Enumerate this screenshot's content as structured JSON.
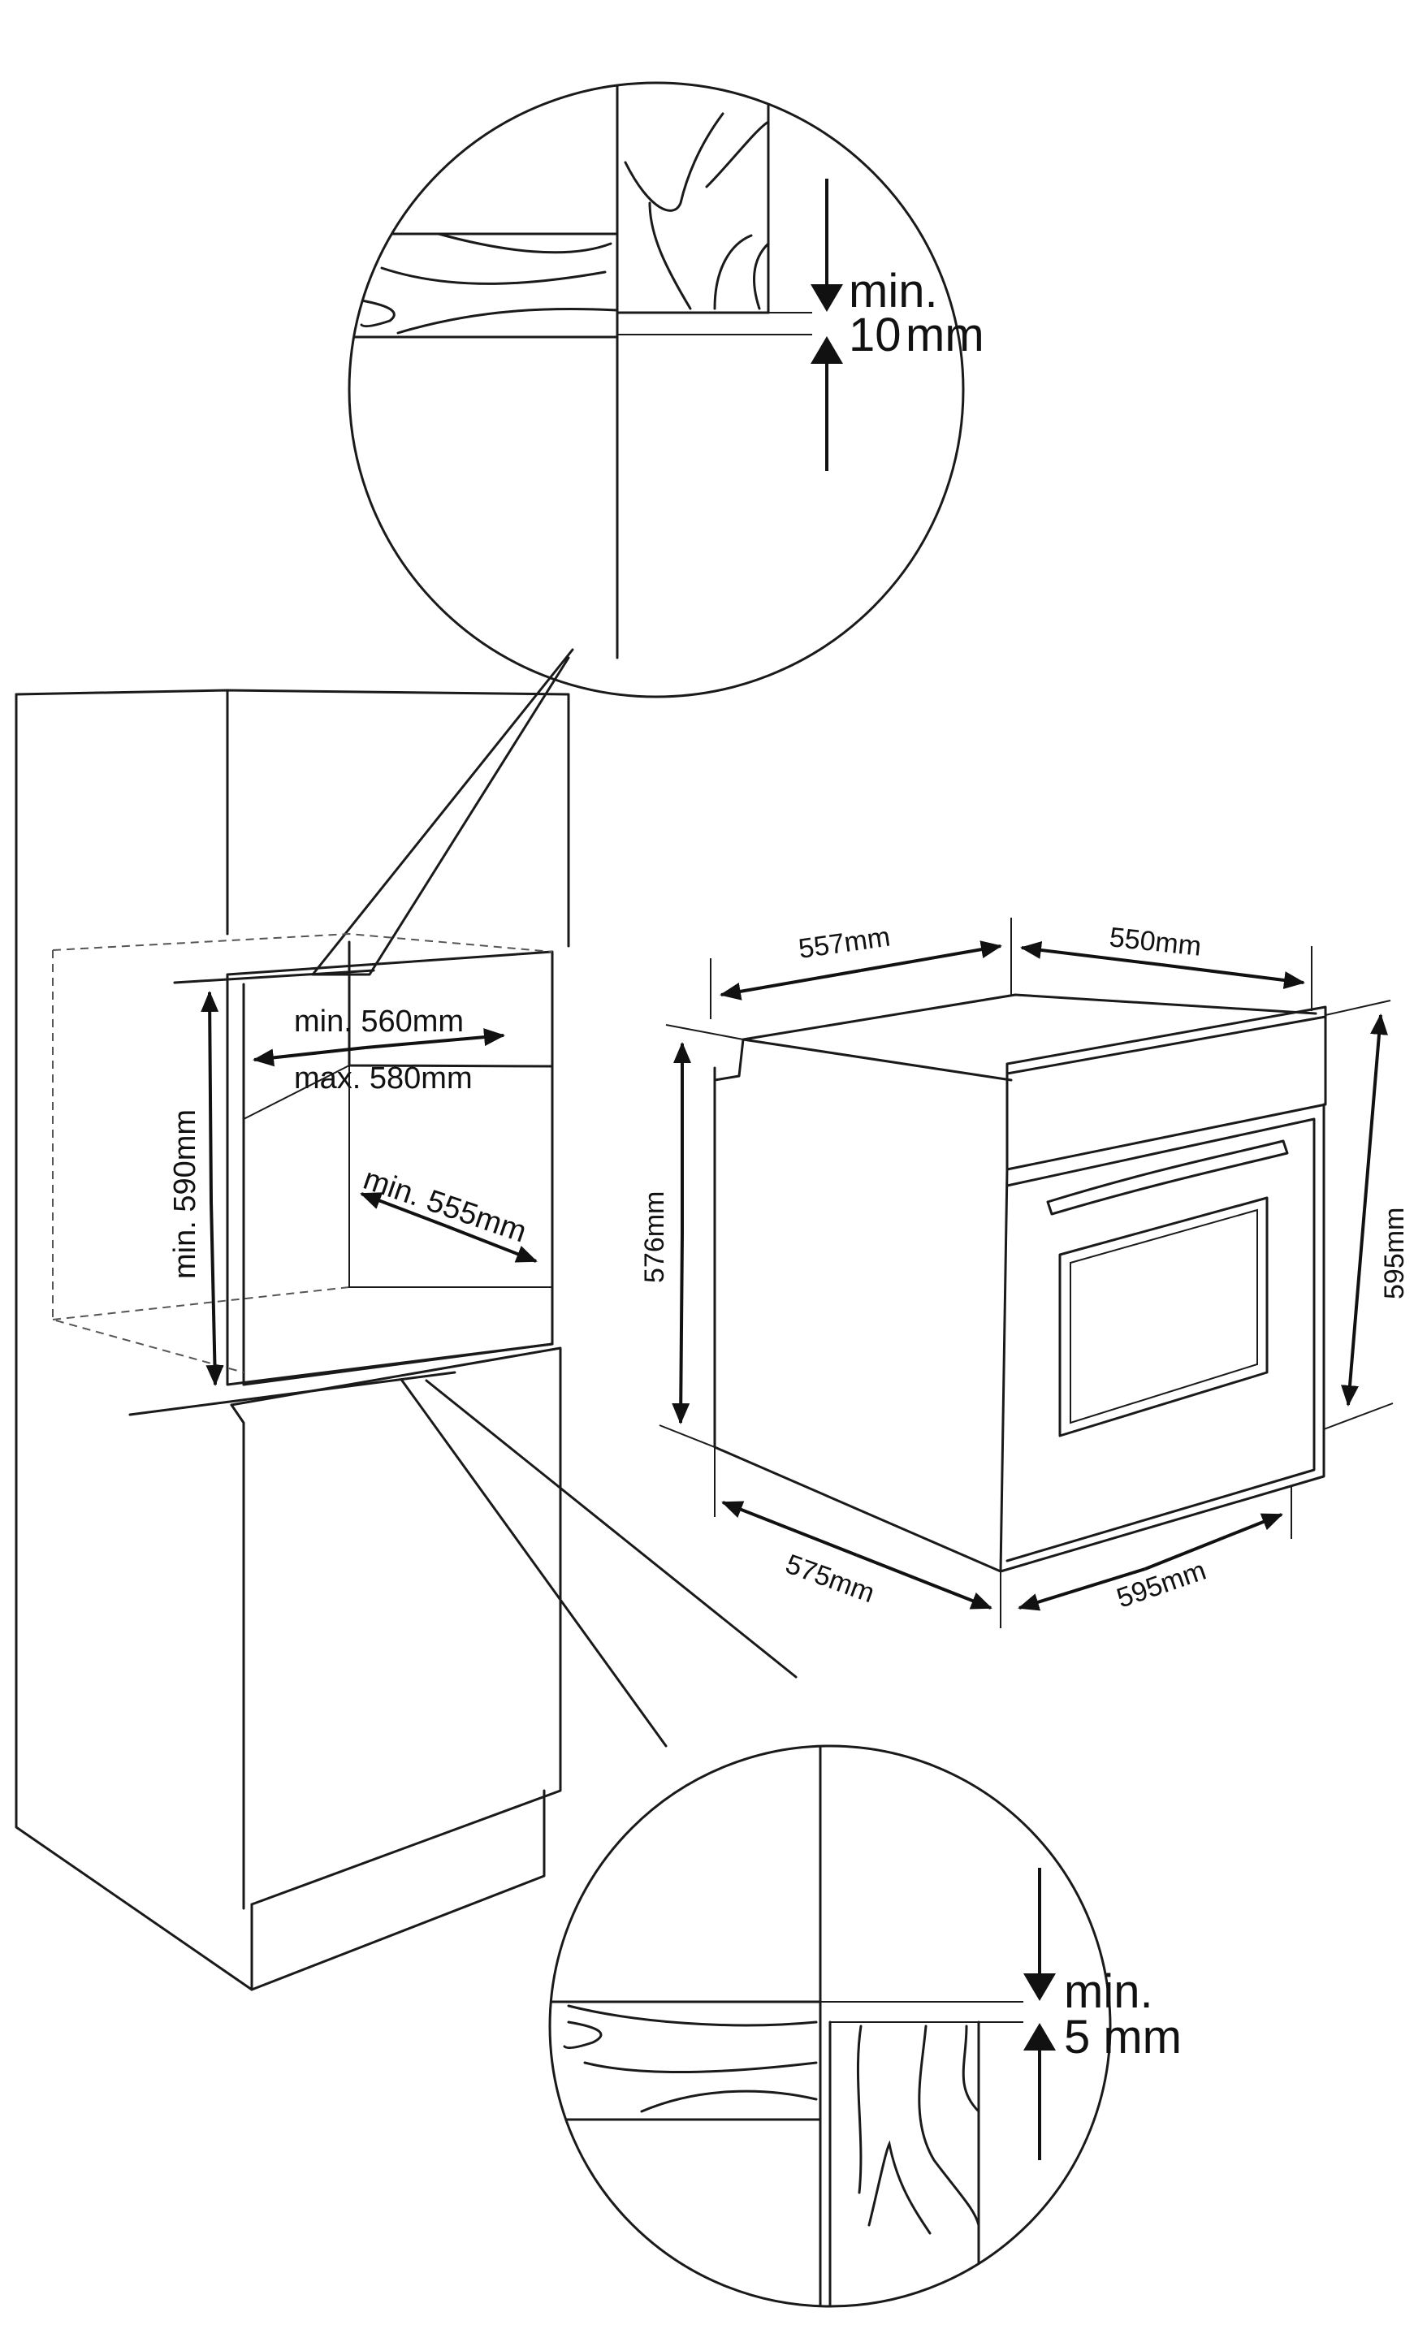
{
  "labels": {
    "top_gap_line1": "min.",
    "top_gap_line2": "10",
    "top_gap_unit": "mm",
    "bottom_gap_line1": "min.",
    "bottom_gap_line2": "5 mm",
    "niche_width_min": "min. 560mm",
    "niche_width_max": "max. 580mm",
    "niche_depth_min": "min. 555mm",
    "niche_height_min": "min. 590mm",
    "oven_depth_top": "557mm",
    "oven_width_top": "550mm",
    "oven_height_body": "576mm",
    "oven_height_front": "595mm",
    "oven_depth_bottom": "575mm",
    "oven_width_bottom": "595mm"
  },
  "colors": {
    "line": "#1a1a1a",
    "background": "#ffffff"
  }
}
